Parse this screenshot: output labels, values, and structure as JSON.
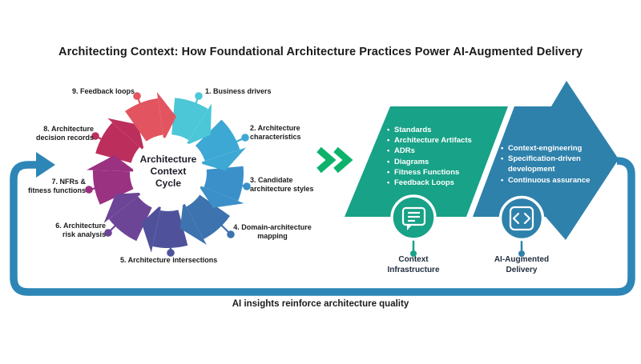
{
  "title": "Architecting Context: How Foundational Architecture Practices Power AI-Augmented Delivery",
  "cycle": {
    "center_label": "Architecture\nContext\nCycle",
    "items": [
      {
        "label": "1. Business drivers",
        "color": "#4cc7d7"
      },
      {
        "label": "2. Architecture\ncharacteristics",
        "color": "#3ea8d4"
      },
      {
        "label": "3. Candidate\narchitecture styles",
        "color": "#3b90c9"
      },
      {
        "label": "4. Domain-architecture\nmapping",
        "color": "#3d73ae"
      },
      {
        "label": "5. Architecture intersections",
        "color": "#4f529b"
      },
      {
        "label": "6. Architecture\nrisk analysis",
        "color": "#6d4597"
      },
      {
        "label": "7. NFRs &\nfitness functions",
        "color": "#9a3181"
      },
      {
        "label": "8. Architecture\ndecision records",
        "color": "#bc2f5d"
      },
      {
        "label": "9. Feedback loops",
        "color": "#e25560"
      }
    ]
  },
  "chevrons": {
    "icon": "double-chevron-right",
    "color": "#0eb26b"
  },
  "context_infrastructure": {
    "color": "#18a287",
    "bullets": [
      "Standards",
      "Architecture Artifacts",
      "ADRs",
      "Diagrams",
      "Fitness Functions",
      "Feedback Loops"
    ],
    "icon": "speech-bubble-list",
    "caption": "Context\nInfrastructure"
  },
  "ai_delivery": {
    "color": "#2e81ab",
    "bullets": [
      "Context-engineering",
      "Specification-driven development",
      "Continuous assurance"
    ],
    "icon": "code-brackets",
    "caption": "AI-Augmented\nDelivery"
  },
  "loop": {
    "color": "#2d86b6",
    "caption": "AI insights reinforce architecture quality"
  },
  "text_colors": {
    "heading": "#1a1a1a",
    "labels": "#1b1b1b",
    "captions": "#1f2d3d",
    "center": "#1c1c2b"
  }
}
